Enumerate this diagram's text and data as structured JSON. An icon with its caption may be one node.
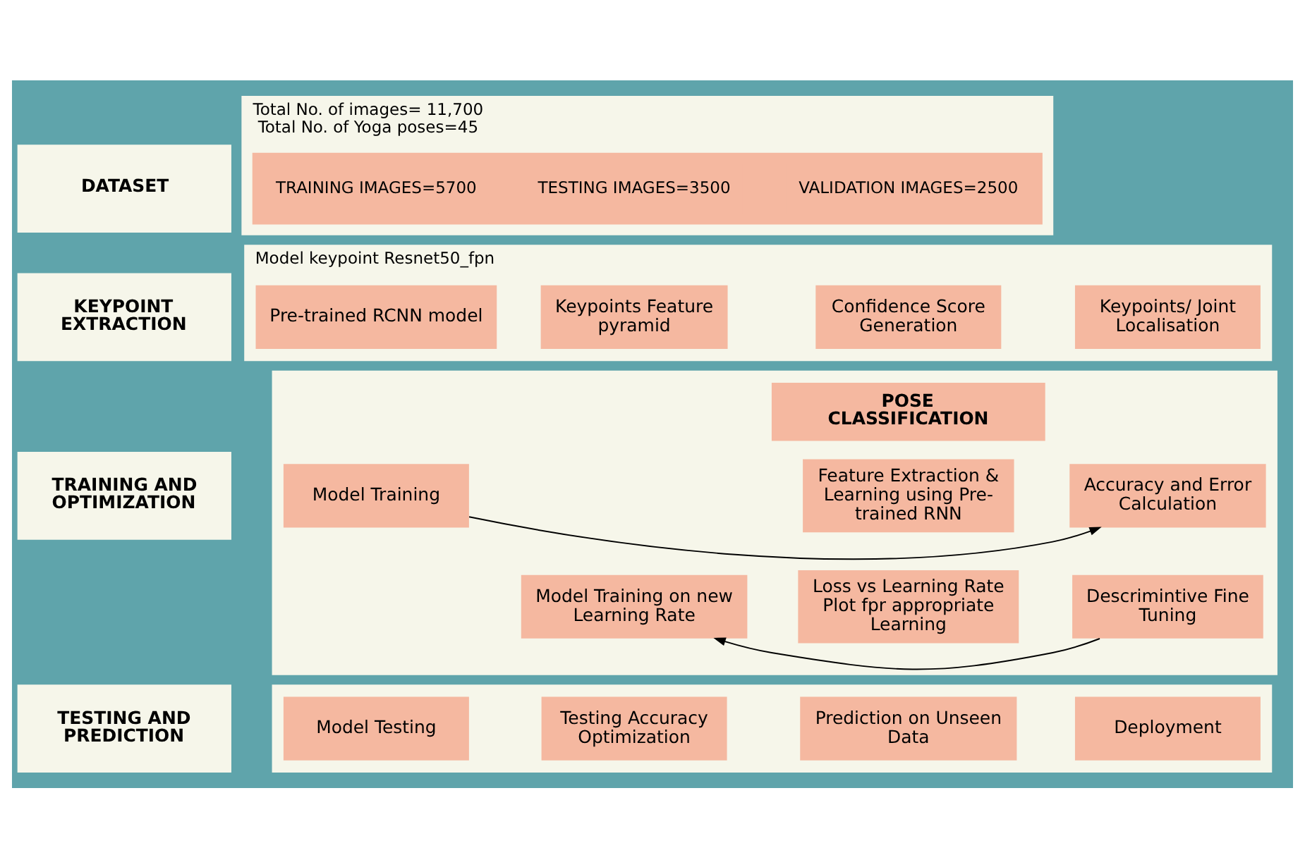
{
  "diagram": {
    "nodes": [
      {
        "text": [
          "DATASET"
        ]
      },
      {
        "text": [
          "Total No. of images= 11,700",
          "Total No. of Yoga poses=45"
        ]
      },
      {
        "text": [],
        "shape": "bar",
        "in": 1
      },
      {
        "text": [
          "TRAINING IMAGES=5700"
        ],
        "in": 2
      },
      {
        "text": [
          "TESTING IMAGES=3500"
        ],
        "in": 2
      },
      {
        "text": [
          "VALIDATION IMAGES=2500"
        ],
        "in": 2
      },
      {
        "text": [
          "KEYPOINT EXTRACTION"
        ]
      },
      {
        "text": [
          "Model keypoint Resnet50_fpn"
        ]
      },
      {
        "text": [
          "Pre-trained RCNN model"
        ],
        "in": 7
      },
      {
        "text": [
          "Keypoints Feature pyramid"
        ],
        "in": 7
      },
      {
        "text": [
          "Confidence Score Generation"
        ],
        "in": 7
      },
      {
        "text": [
          "Keypoints/ Joint Localisation"
        ],
        "in": 7
      },
      {
        "text": [
          "TRAINING AND OPTIMIZATION"
        ]
      },
      {
        "text": [],
        "shape": "box"
      },
      {
        "text": [
          "Model Training"
        ],
        "in": 13
      },
      {
        "text": [
          "Feature Extraction & Learning using Pre-trained RNN"
        ],
        "in": 13
      },
      {
        "text": [
          "Accuracy and Error Calculation"
        ],
        "in": 13
      },
      {
        "text": [
          "Model Training on new Learning Rate"
        ],
        "in": 13
      },
      {
        "text": [
          "Loss vs Learning Rate Plot fpr appropriate Learning"
        ],
        "in": 13
      },
      {
        "text": [
          "Descrimintive Fine Tuning"
        ],
        "in": 13
      },
      {
        "text": [
          "POSE CLASSIFICATION"
        ],
        "in": 13
      },
      {
        "text": [
          "TESTING AND PREDICTION"
        ]
      },
      {
        "text": [],
        "shape": "box"
      },
      {
        "text": [
          "Model Testing"
        ],
        "in": 22
      },
      {
        "text": [
          "Testing Accuracy Optimization"
        ],
        "in": 22
      },
      {
        "text": [
          "Prediction on Unseen Data"
        ],
        "in": 22
      },
      {
        "text": [
          "Deployment"
        ],
        "in": 22
      }
    ],
    "edges": [
      {
        "from": 14,
        "to": 16,
        "arrow": "to"
      },
      {
        "from": 19,
        "to": 17,
        "arrow": "to"
      }
    ]
  }
}
